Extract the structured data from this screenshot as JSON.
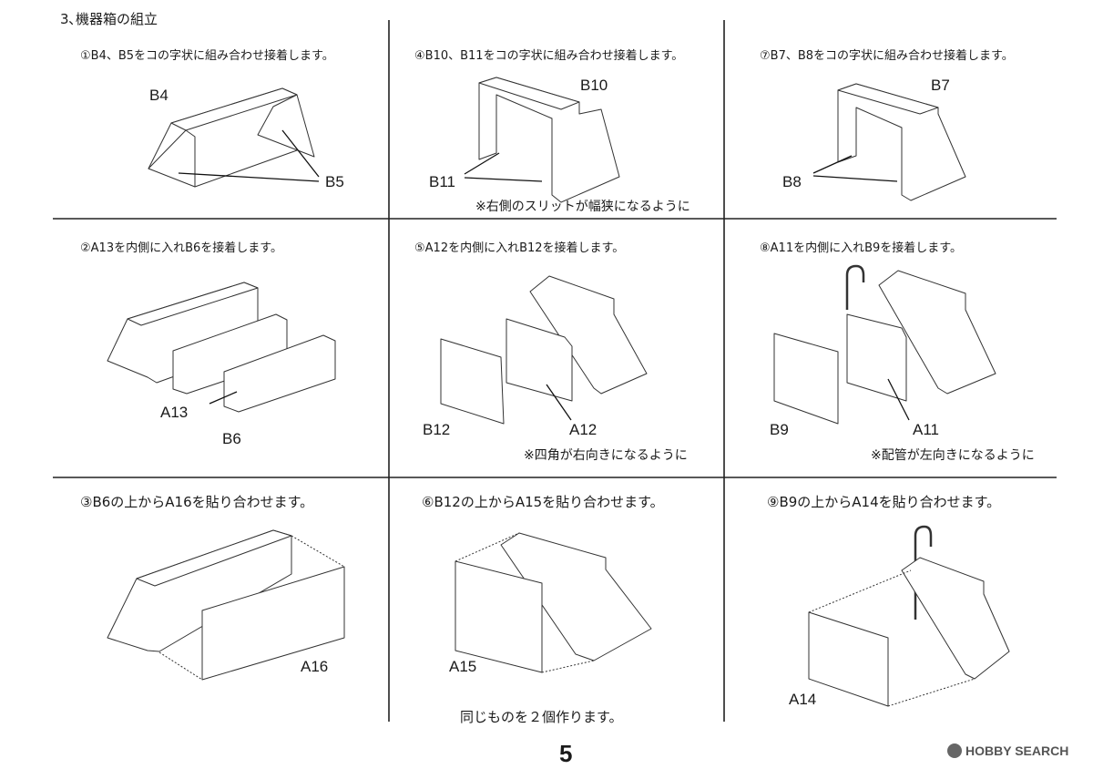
{
  "section_title": "3､機器箱の組立",
  "steps": [
    {
      "title": "①B4、B5をコの字状に組み合わせ接着します。",
      "labels": [
        "B4",
        "B5"
      ]
    },
    {
      "title": "④B10、B11をコの字状に組み合わせ接着します。",
      "labels": [
        "B10",
        "B11"
      ],
      "note": "※右側のスリットが幅狭になるように"
    },
    {
      "title": "⑦B7、B8をコの字状に組み合わせ接着します。",
      "labels": [
        "B7",
        "B8"
      ]
    },
    {
      "title": "②A13を内側に入れB6を接着します。",
      "labels": [
        "A13",
        "B6"
      ]
    },
    {
      "title": "⑤A12を内側に入れB12を接着します。",
      "labels": [
        "B12",
        "A12"
      ],
      "note": "※四角が右向きになるように"
    },
    {
      "title": "⑧A11を内側に入れB9を接着します。",
      "labels": [
        "B9",
        "A11"
      ],
      "note": "※配管が左向きになるように"
    },
    {
      "title": "③B6の上からA16を貼り合わせます。",
      "labels": [
        "A16"
      ]
    },
    {
      "title": "⑥B12の上からA15を貼り合わせます。",
      "labels": [
        "A15"
      ]
    },
    {
      "title": "⑨B9の上からA14を貼り合わせます。",
      "labels": [
        "A14"
      ]
    }
  ],
  "footer_note": "同じものを２個作ります。",
  "page_number": "5",
  "watermark": "HOBBY SEARCH"
}
